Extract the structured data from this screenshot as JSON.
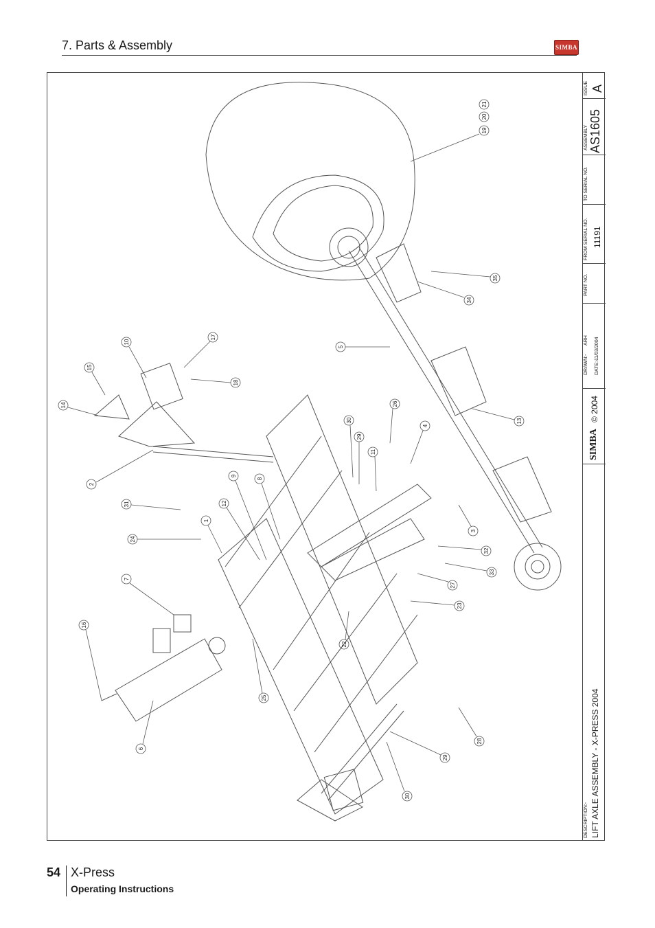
{
  "header": {
    "section_title": "7. Parts & Assembly",
    "logo_text": "SIMBA"
  },
  "titleblock": {
    "description_label": "DESCRIPTION:-",
    "description": "LIFT AXLE ASSEMBLY - X-PRESS 2004",
    "brand": "SIMBA",
    "copyright": "© 2004",
    "drawn_label": "DRAWN:-",
    "drawn_by": "ARH",
    "date_label": "DATE:-",
    "date": "11/03/2004",
    "part_no_label": "PART NO.",
    "from_serial_label": "FROM SERIAL NO.",
    "from_serial": "11191",
    "to_serial_label": "TO SERIAL NO.",
    "assembly_label": "ASSEMBLY",
    "assembly": "AS1605",
    "issue_label": "ISSUE",
    "issue": "A"
  },
  "callouts": [
    "19",
    "20",
    "21",
    "35",
    "34",
    "5",
    "13",
    "17",
    "18",
    "10",
    "15",
    "14",
    "2",
    "26",
    "30",
    "29",
    "11",
    "4",
    "3",
    "32",
    "33",
    "27",
    "23",
    "22",
    "9",
    "8",
    "12",
    "1",
    "31",
    "24",
    "7",
    "16",
    "6",
    "25",
    "28",
    "29",
    "30"
  ],
  "footer": {
    "page_number": "54",
    "product": "X-Press",
    "subtitle": "Operating Instructions"
  }
}
